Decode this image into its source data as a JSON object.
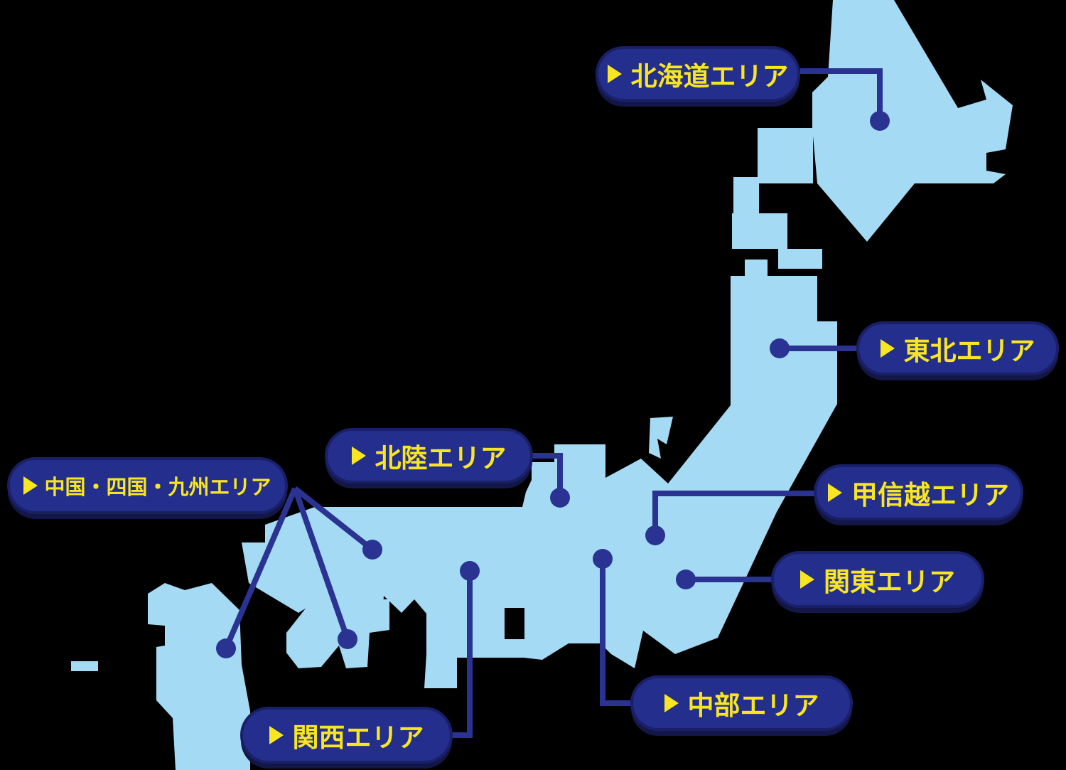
{
  "page": {
    "background_color": "#000000",
    "map_fill_color": "#A4DAF4",
    "connector_color": "#2A3391",
    "button_fill_color": "#242E8C",
    "button_border_color": "#1A2068",
    "label_color": "#F8E620"
  },
  "icons": {
    "marker": "right-triangle"
  },
  "areas": [
    {
      "id": "hokkaido",
      "label": "北海道エリア"
    },
    {
      "id": "tohoku",
      "label": "東北エリア"
    },
    {
      "id": "hokuriku",
      "label": "北陸エリア"
    },
    {
      "id": "koshinetsu",
      "label": "甲信越エリア"
    },
    {
      "id": "kanto",
      "label": "関東エリア"
    },
    {
      "id": "chubu",
      "label": "中部エリア"
    },
    {
      "id": "kansai",
      "label": "関西エリア"
    },
    {
      "id": "chugoku_shikoku_kyushu",
      "label": "中国・四国・九州エリア"
    }
  ]
}
